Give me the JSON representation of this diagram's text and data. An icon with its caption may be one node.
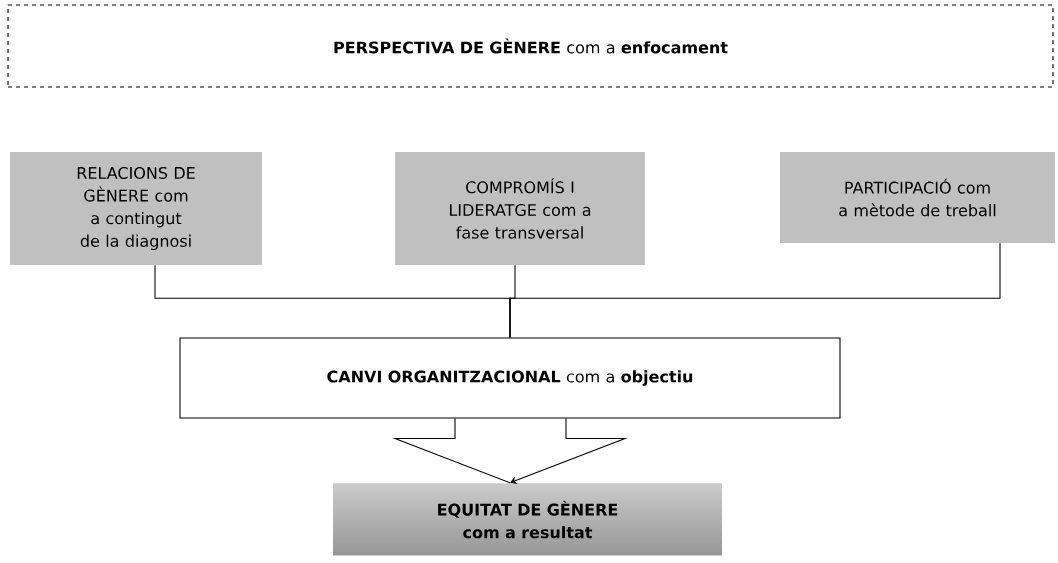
{
  "diagram": {
    "nodes": [
      {
        "text": [
          "**PERSPECTIVA DE GÈNERE** com a **enfocament**"
        ]
      },
      {
        "text": [
          "RELACIONS DE GÈNERE com a contingut de la diagnosi"
        ]
      },
      {
        "text": [
          "COMPROMÍS I LIDERATGE com a fase transversal"
        ]
      },
      {
        "text": [
          "PARTICIPACIÓ com a mètode de treball"
        ]
      },
      {
        "text": [
          "**CANVI ORGANITZACIONAL** com a **objectiu**"
        ]
      },
      {
        "text": [
          "EQUITAT DE GÈNERE com a resultat"
        ]
      }
    ],
    "edges": [
      {
        "from": 1,
        "to": 4,
        "arrow": "none"
      },
      {
        "from": 2,
        "to": 4,
        "arrow": "none"
      },
      {
        "from": 3,
        "to": 4,
        "arrow": "none"
      },
      {
        "from": 4,
        "to": 5,
        "arrow": "to"
      }
    ]
  }
}
